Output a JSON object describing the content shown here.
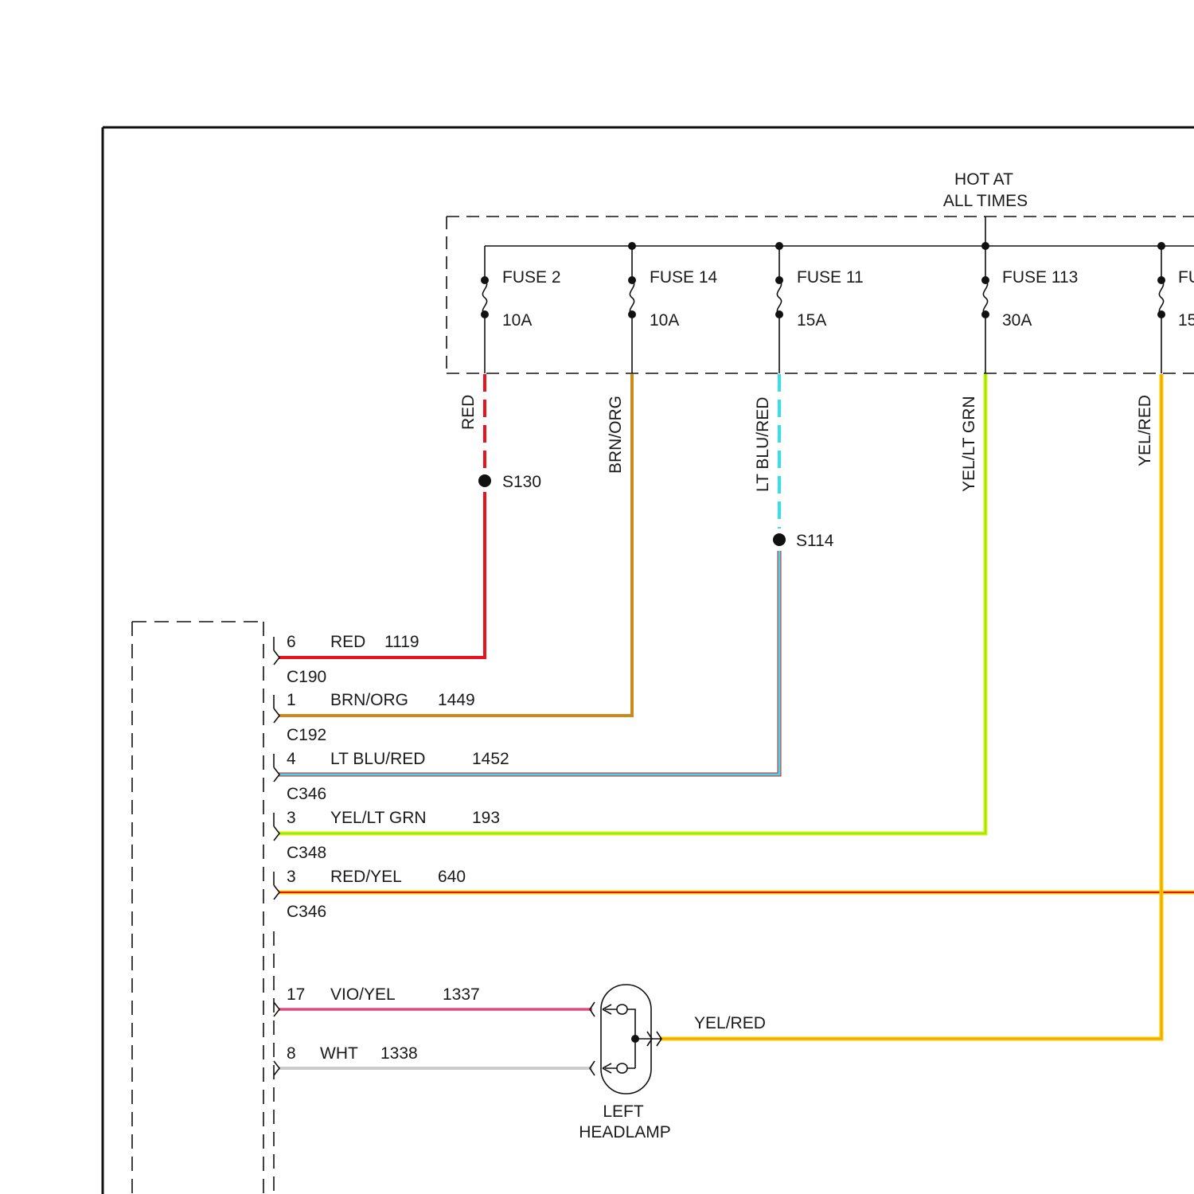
{
  "header": {
    "line1": "HOT AT",
    "line2": "ALL TIMES"
  },
  "fuses": [
    {
      "name": "FUSE 2",
      "rating": "10A"
    },
    {
      "name": "FUSE 14",
      "rating": "10A"
    },
    {
      "name": "FUSE 11",
      "rating": "15A"
    },
    {
      "name": "FUSE 113",
      "rating": "30A"
    },
    {
      "name": "FU",
      "rating": "15"
    }
  ],
  "wire_colors_vertical": [
    "RED",
    "BRN/ORG",
    "LT BLU/RED",
    "YEL/LT GRN",
    "YEL/RED"
  ],
  "splices": [
    {
      "name": "S130"
    },
    {
      "name": "S114"
    }
  ],
  "circuits": [
    {
      "pin": "6",
      "color": "RED",
      "circuit": "1119",
      "connector": "C190"
    },
    {
      "pin": "1",
      "color": "BRN/ORG",
      "circuit": "1449",
      "connector": "C192"
    },
    {
      "pin": "4",
      "color": "LT BLU/RED",
      "circuit": "1452",
      "connector": "C346"
    },
    {
      "pin": "3",
      "color": "YEL/LT GRN",
      "circuit": "193",
      "connector": "C348"
    },
    {
      "pin": "3",
      "color": "RED/YEL",
      "circuit": "640",
      "connector": "C346"
    },
    {
      "pin": "17",
      "color": "VIO/YEL",
      "circuit": "1337",
      "connector": ""
    },
    {
      "pin": "8",
      "color": "WHT",
      "circuit": "1338",
      "connector": ""
    }
  ],
  "headlamp": {
    "feed_label": "YEL/RED",
    "line1": "LEFT",
    "line2": "HEADLAMP"
  },
  "colors": {
    "red": "#e8141c",
    "brn_org": "#cc8a1a",
    "lt_blu": "#33e0f0",
    "yel_lt_grn": "#b8f020",
    "yel": "#f5c800",
    "vio": "#e040c0",
    "wht": "#cccccc"
  }
}
